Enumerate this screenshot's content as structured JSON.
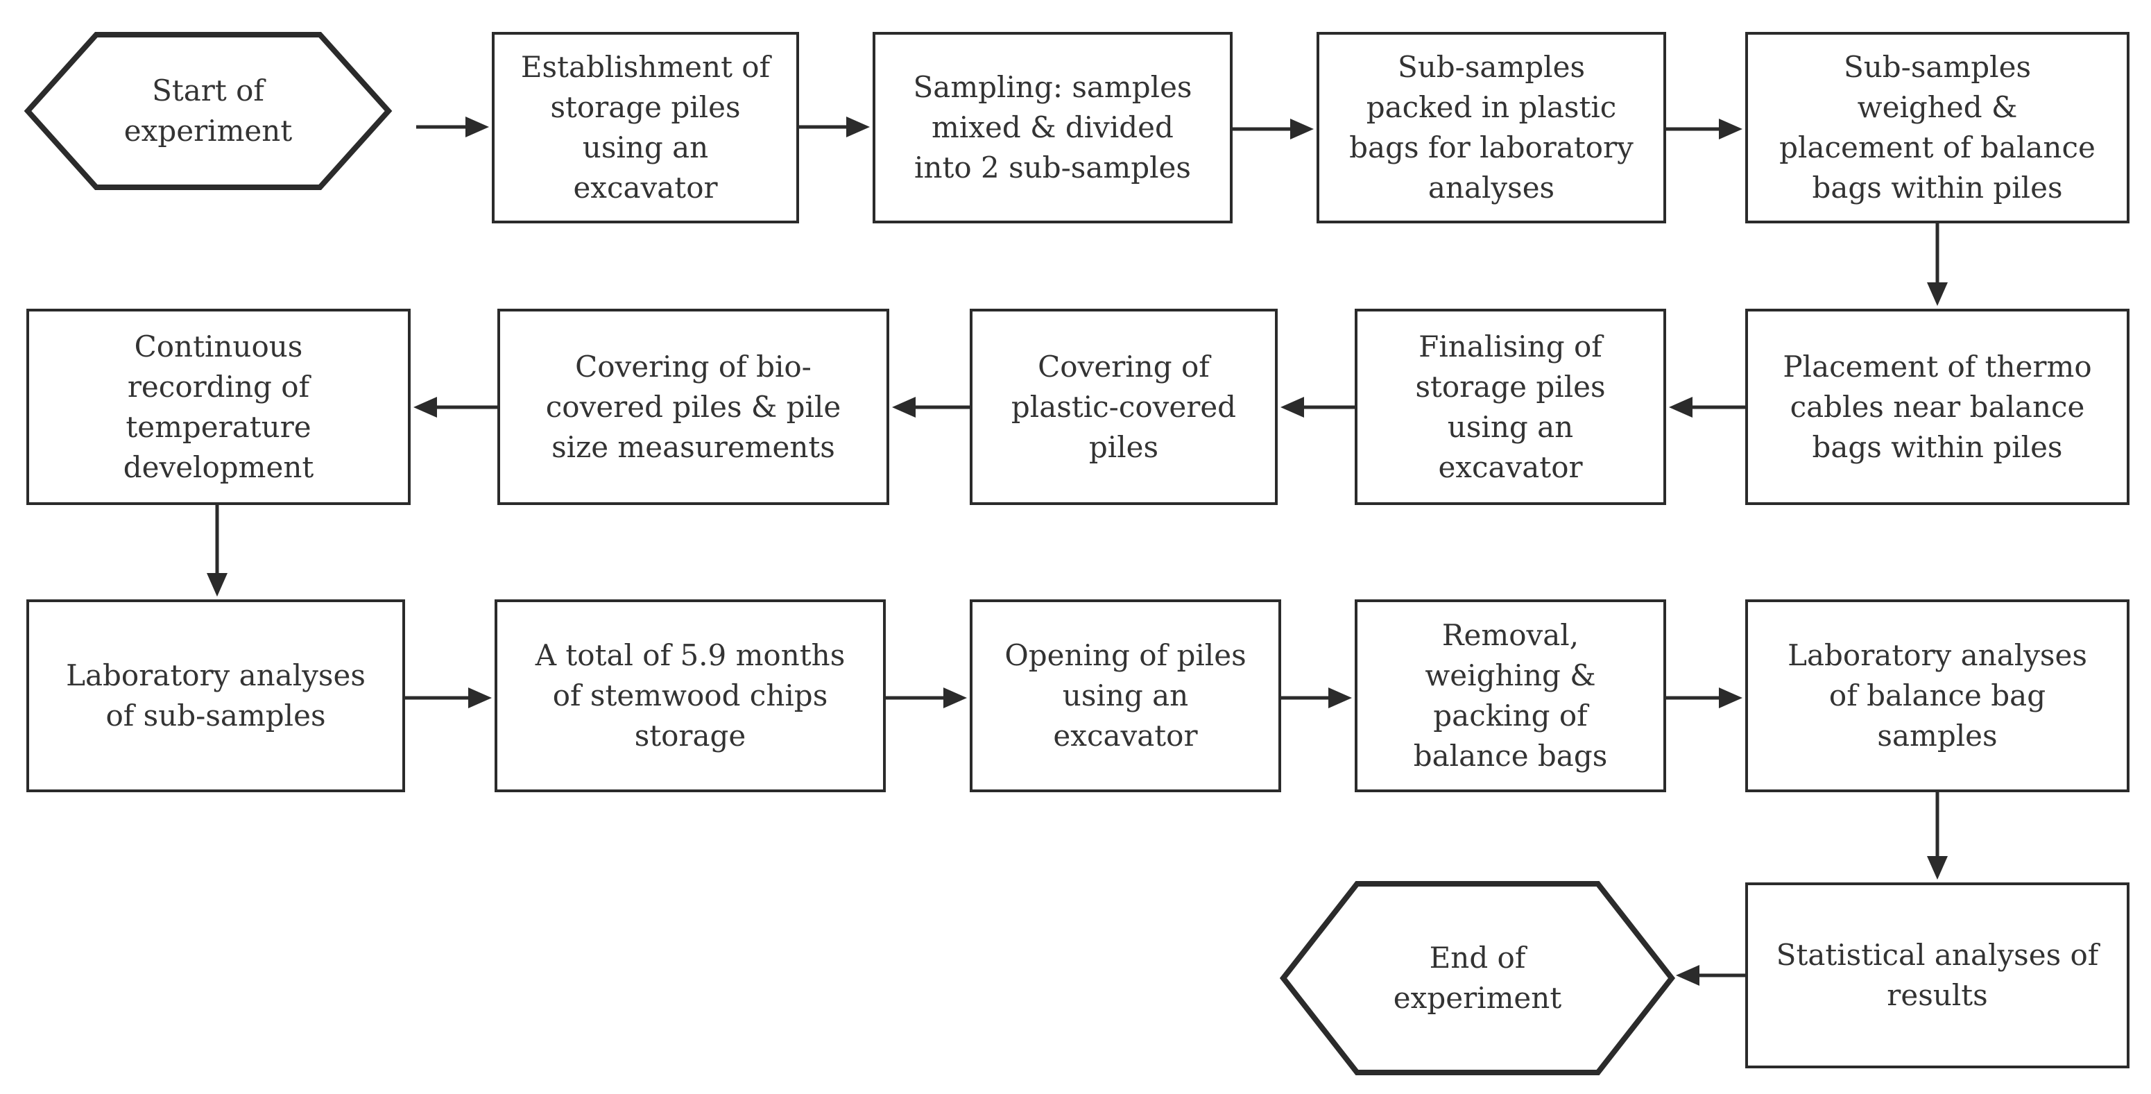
{
  "nodes": [
    {
      "id": "start",
      "shape": "terminal",
      "lines": [
        "Start of",
        "experiment"
      ]
    },
    {
      "id": "establishment",
      "shape": "process",
      "lines": [
        "Establishment of",
        "storage piles",
        "using an",
        "excavator"
      ]
    },
    {
      "id": "sampling",
      "shape": "process",
      "lines": [
        "Sampling: samples",
        "mixed & divided",
        "into 2 sub-samples"
      ]
    },
    {
      "id": "packed",
      "shape": "process",
      "lines": [
        "Sub-samples",
        "packed in plastic",
        "bags for laboratory",
        "analyses"
      ]
    },
    {
      "id": "weighed",
      "shape": "process",
      "lines": [
        "Sub-samples",
        "weighed &",
        "placement of balance",
        "bags within piles"
      ]
    },
    {
      "id": "thermo",
      "shape": "process",
      "lines": [
        "Placement of thermo",
        "cables near balance",
        "bags within piles"
      ]
    },
    {
      "id": "finalising",
      "shape": "process",
      "lines": [
        "Finalising of",
        "storage piles",
        "using an",
        "excavator"
      ]
    },
    {
      "id": "plastic-cover",
      "shape": "process",
      "lines": [
        "Covering of",
        "plastic-covered",
        "piles"
      ]
    },
    {
      "id": "bio-cover",
      "shape": "process",
      "lines": [
        "Covering of bio-",
        "covered piles & pile",
        "size measurements"
      ]
    },
    {
      "id": "recording",
      "shape": "process",
      "lines": [
        "Continuous",
        "recording of",
        "temperature",
        "development"
      ]
    },
    {
      "id": "lab-sub",
      "shape": "process",
      "lines": [
        "Laboratory analyses",
        "of sub-samples"
      ]
    },
    {
      "id": "storage",
      "shape": "process",
      "lines": [
        "A total of 5.9 months",
        "of stemwood chips",
        "storage"
      ]
    },
    {
      "id": "opening",
      "shape": "process",
      "lines": [
        "Opening of piles",
        "using an",
        "excavator"
      ]
    },
    {
      "id": "removal",
      "shape": "process",
      "lines": [
        "Removal,",
        "weighing &",
        "packing of",
        "balance bags"
      ]
    },
    {
      "id": "lab-balance",
      "shape": "process",
      "lines": [
        "Laboratory analyses",
        "of balance bag",
        "samples"
      ]
    },
    {
      "id": "statistical",
      "shape": "process",
      "lines": [
        "Statistical analyses of",
        "results"
      ]
    },
    {
      "id": "end",
      "shape": "terminal",
      "lines": [
        "End of",
        "experiment"
      ]
    }
  ],
  "edges": [
    {
      "from": "start",
      "to": "establishment"
    },
    {
      "from": "establishment",
      "to": "sampling"
    },
    {
      "from": "sampling",
      "to": "packed"
    },
    {
      "from": "packed",
      "to": "weighed"
    },
    {
      "from": "weighed",
      "to": "thermo"
    },
    {
      "from": "thermo",
      "to": "finalising"
    },
    {
      "from": "finalising",
      "to": "plastic-cover"
    },
    {
      "from": "plastic-cover",
      "to": "bio-cover"
    },
    {
      "from": "bio-cover",
      "to": "recording"
    },
    {
      "from": "recording",
      "to": "lab-sub"
    },
    {
      "from": "lab-sub",
      "to": "storage"
    },
    {
      "from": "storage",
      "to": "opening"
    },
    {
      "from": "opening",
      "to": "removal"
    },
    {
      "from": "removal",
      "to": "lab-balance"
    },
    {
      "from": "lab-balance",
      "to": "statistical"
    },
    {
      "from": "statistical",
      "to": "end"
    }
  ]
}
